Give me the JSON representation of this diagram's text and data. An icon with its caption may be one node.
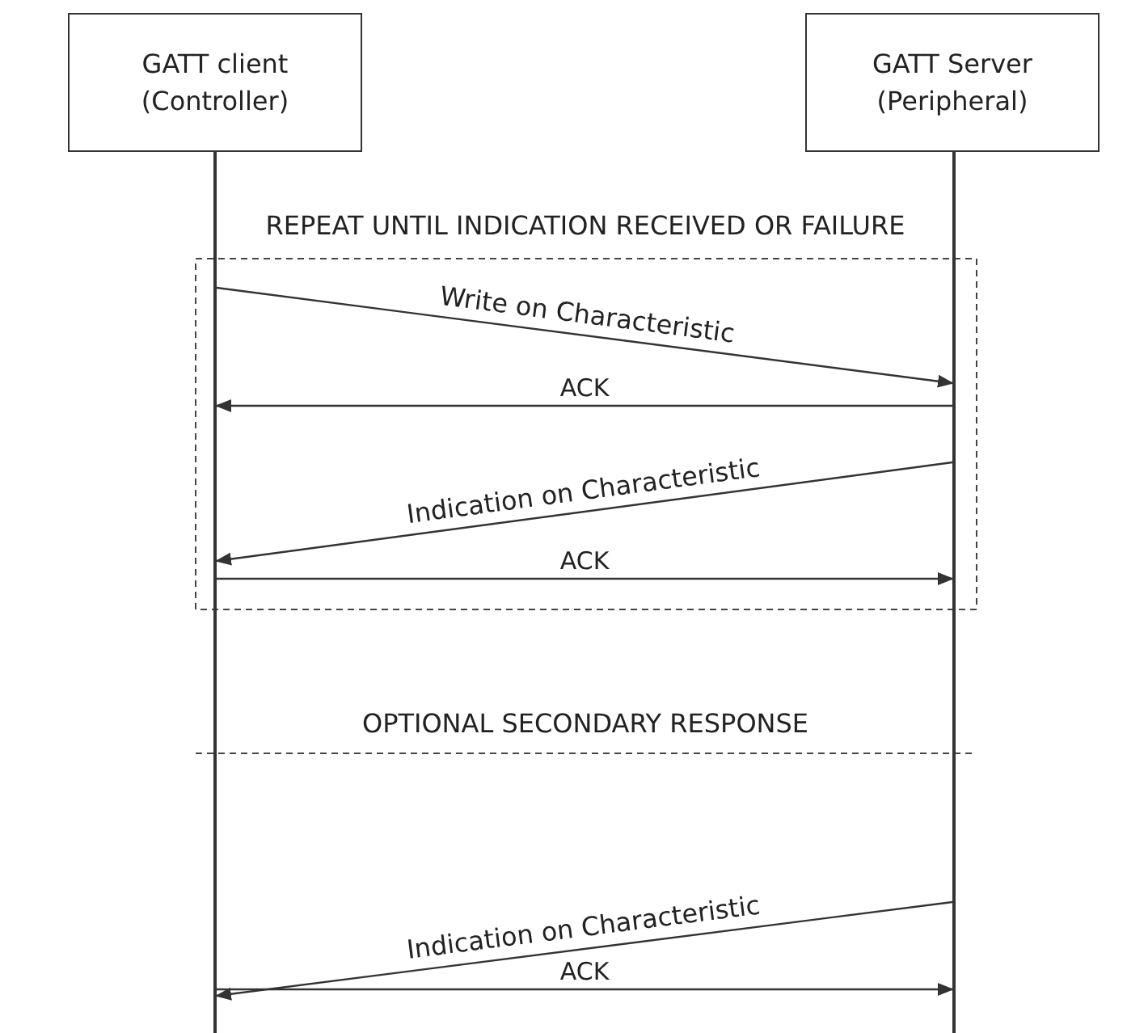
{
  "diagram": {
    "nodes": [
      {
        "text": [
          "GATT client (Controller)"
        ]
      },
      {
        "text": [
          "GATT Server (Peripheral)"
        ]
      },
      {
        "text": [],
        "shape": "bar"
      },
      {
        "text": [],
        "shape": "bar"
      }
    ],
    "edges": [
      {
        "from": 2,
        "to": 3,
        "arrow": "to",
        "label": "Write on Characteristic"
      },
      {
        "from": 3,
        "to": 2,
        "arrow": "to",
        "label": "ACK"
      },
      {
        "from": 3,
        "to": 2,
        "arrow": "to",
        "label": "Indication on Characteristic"
      },
      {
        "from": 2,
        "to": 3,
        "arrow": "to",
        "label": "ACK"
      },
      {
        "from": 3,
        "to": 2,
        "arrow": "to",
        "label": "Indication on Characteristic"
      },
      {
        "from": 2,
        "to": 3,
        "arrow": "to",
        "label": "ACK"
      }
    ],
    "labels": [
      "REPEAT UNTIL INDICATION RECEIVED OR FAILURE",
      "OPTIONAL SECONDARY RESPONSE"
    ]
  }
}
